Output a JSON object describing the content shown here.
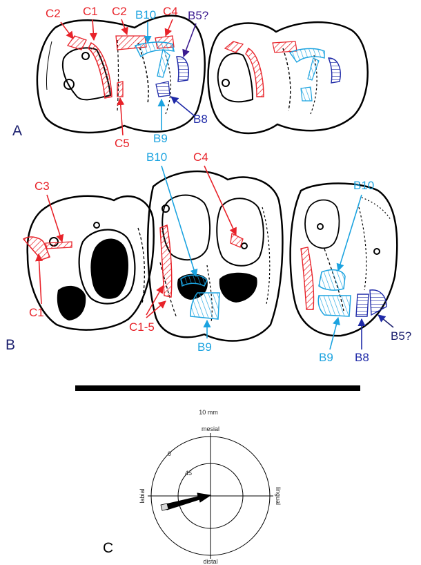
{
  "colors": {
    "red": "#e8232a",
    "cyan": "#1ba3e0",
    "blue": "#1f2aa8",
    "purple": "#3b1a8f",
    "panel": "#1b1f6e",
    "ink": "#000000"
  },
  "panels": {
    "a": "A",
    "b": "B",
    "c": "C"
  },
  "labels_a": {
    "c2_left": "C2",
    "c1": "C1",
    "c2_right": "C2",
    "b10": "B10",
    "c4": "C4",
    "b5": "B5?",
    "c5": "C5",
    "b9": "B9",
    "b8": "B8"
  },
  "labels_b": {
    "c3": "C3",
    "c1": "C1",
    "b10_left": "B10",
    "c4": "C4",
    "c1_5": "C1-5",
    "b9_left": "B9",
    "b10_right": "B10",
    "b5": "B5?",
    "b9_right": "B9",
    "b8": "B8"
  },
  "scale_bar": {
    "label": "10 mm"
  },
  "rose": {
    "top": "mesial",
    "bottom": "distal",
    "left": "labial",
    "right": "lingual",
    "tick_0": "0",
    "tick_45": "45"
  }
}
